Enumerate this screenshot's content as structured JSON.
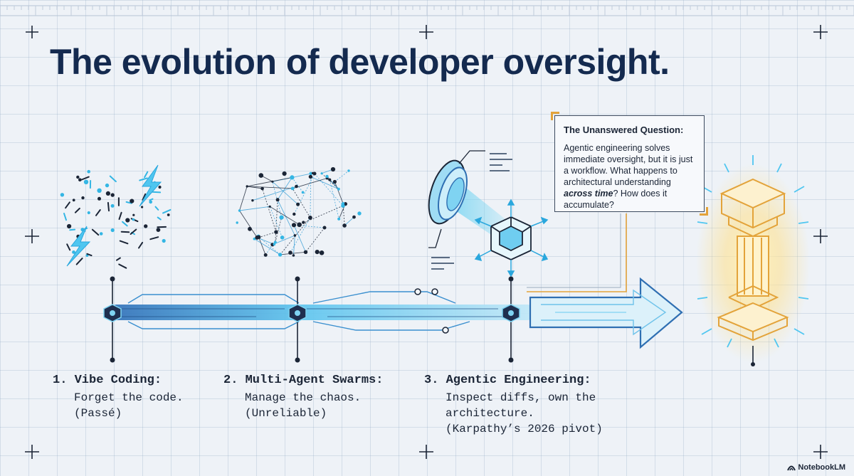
{
  "title": "The evolution of developer oversight.",
  "stages": [
    {
      "heading": "1. Vibe Coding:",
      "lines": [
        "Forget the code.",
        "(Passé)"
      ]
    },
    {
      "heading": "2. Multi-Agent Swarms:",
      "lines": [
        "Manage the chaos.",
        "(Unreliable)"
      ]
    },
    {
      "heading": "3. Agentic Engineering:",
      "lines": [
        "Inspect diffs, own the",
        "architecture.",
        "(Karpathy’s 2026 pivot)"
      ]
    }
  ],
  "callout": {
    "title": "The Unanswered Question:",
    "body_before": "Agentic engineering solves immediate oversight, but it is just a workflow. What happens to architectural understanding ",
    "body_emphasis": "across time",
    "body_after": "? How does it accumulate?"
  },
  "brand": "NotebookLM",
  "colors": {
    "title": "#142a4f",
    "timeline": "#4fb8e6",
    "accent_gold": "#e3a33a",
    "node": "#1f2f4f"
  },
  "icons": [
    "spark-cluster-icon",
    "swarm-network-icon",
    "lens-cube-icon",
    "golden-pillar-icon",
    "lightning-icon"
  ]
}
